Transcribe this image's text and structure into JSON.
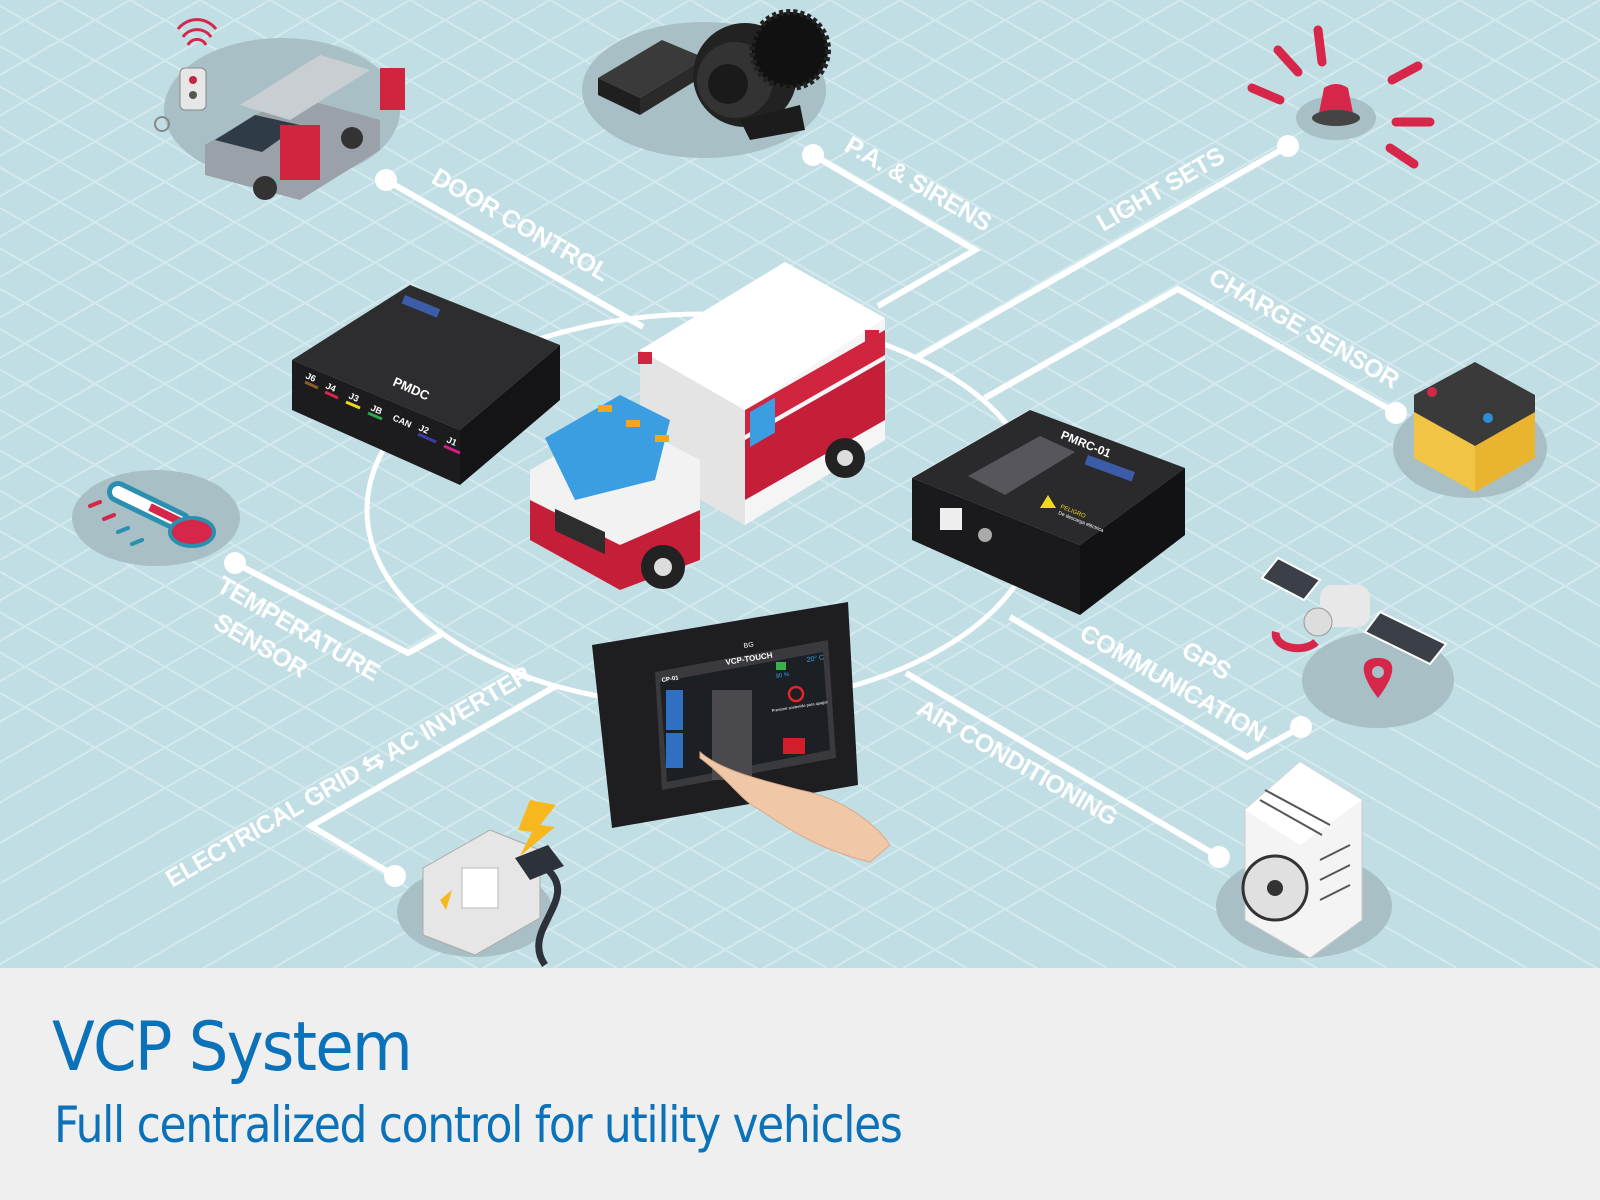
{
  "colors": {
    "background": "#c1dee4",
    "grid": "#d4e9ed",
    "lines": "#ffffff",
    "brand_blue": "#0b72b9",
    "accent_red": "#d6264a",
    "footer": "#efefef"
  },
  "labels": {
    "door_control": "DOOR CONTROL",
    "pa_sirens": "P.A. & SIRENS",
    "light_sets": "LIGHT SETS",
    "charge_sensor": "CHARGE SENSOR",
    "gps_line1": "GPS",
    "gps_line2": "COMMUNICATION",
    "air_conditioning": "AIR CONDITIONING",
    "temperature_line1": "TEMPERATURE",
    "temperature_line2": "SENSOR",
    "electrical": "ELECTRICAL GRID ⇆ AC INVERTER"
  },
  "devices": {
    "pmdc": {
      "name": "PMDC",
      "ports": [
        "J6",
        "J4",
        "J3",
        "JB",
        "CAN",
        "J2",
        "J1"
      ]
    },
    "pmrc": {
      "name": "PMRC-01",
      "warning": "PELIGRO",
      "warning_sub": "De descarga eléctrica"
    },
    "vcp": {
      "name": "VCP-TOUCH",
      "screen_id": "CP-01",
      "temperature": "20° C",
      "battery": "90 %",
      "power_prompt": "Presione sostenido para apagar",
      "brand": "BG"
    }
  },
  "footer": {
    "title": "VCP System",
    "subtitle": "Full centralized control for utility vehicles"
  }
}
